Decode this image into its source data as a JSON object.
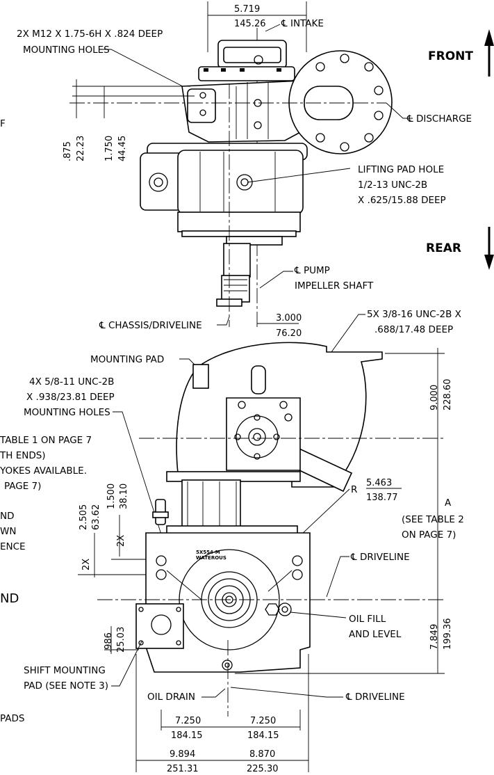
{
  "orientation": {
    "front_label": "FRONT",
    "rear_label": "REAR"
  },
  "top_view": {
    "dim_intake_width": {
      "inch": "5.719",
      "mm": "145.26"
    },
    "intake_label": "℄ INTAKE",
    "mounting_holes_line1": "2X M12 X 1.75-6H X .824 DEEP",
    "mounting_holes_line2": "MOUNTING HOLES",
    "discharge_label": "℄ DISCHARGE",
    "dim_a": {
      "inch": ".875",
      "mm": "22.23"
    },
    "dim_b": {
      "inch": "1.750",
      "mm": "44.45"
    },
    "lifting_line1": "LIFTING PAD HOLE",
    "lifting_line2": "1/2-13 UNC-2B",
    "lifting_line3": "X .625/15.88 DEEP",
    "pump_shaft_line1": "℄ PUMP",
    "pump_shaft_line2": "IMPELLER SHAFT",
    "chassis_label": "℄ CHASSIS/DRIVELINE",
    "dim_offset": {
      "inch": "3.000",
      "mm": "76.20"
    },
    "partial_left": "F"
  },
  "front_view": {
    "tapped_line1": "5X 3/8-16 UNC-2B X",
    "tapped_line2": ".688/17.48 DEEP",
    "mounting_pad_label": "MOUNTING PAD",
    "mounting_holes_line1": "4X 5/8-11 UNC-2B",
    "mounting_holes_line2": "X .938/23.81 DEEP",
    "mounting_holes_line3": "MOUNTING HOLES",
    "dim_height_top": {
      "inch": "9.000",
      "mm": "228.60"
    },
    "partial_note_line1": "TABLE 1 ON PAGE 7",
    "partial_note_line2": "TH ENDS)",
    "partial_note_line3": "YOKES AVAILABLE.",
    "partial_note_line4": "PAGE 7)",
    "radius_prefix": "R",
    "radius": {
      "inch": "5.463",
      "mm": "138.77"
    },
    "dim_a_letter": "A",
    "see_table_line1": "(SEE TABLE 2",
    "see_table_line2": "ON PAGE 7)",
    "partial_side_line1": "ND",
    "partial_side_line2": "WN",
    "partial_side_line3": "ENCE",
    "partial_side_line4": "ND",
    "dim_2505": {
      "inch": "2.505",
      "mm": "63.62"
    },
    "dim_1500": {
      "inch": "1.500",
      "mm": "38.10"
    },
    "two_x_a": "2X",
    "two_x_b": "2X",
    "nameplate_line1": "5X554-M",
    "nameplate_line2": "WATEROUS",
    "driveline_label": "℄ DRIVELINE",
    "oil_fill_line1": "OIL FILL",
    "oil_fill_line2": "AND LEVEL",
    "dim_986": {
      "inch": ".986",
      "mm": "25.03"
    },
    "dim_7849": {
      "inch": "7.849",
      "mm": "199.36"
    },
    "shift_line1": "SHIFT MOUNTING",
    "shift_line2": "PAD (SEE NOTE 3)",
    "oil_drain_label": "OIL DRAIN",
    "driveline_bottom_label": "℄ DRIVELINE",
    "partial_pads": "PADS",
    "dim_left_7250": {
      "inch": "7.250",
      "mm": "184.15"
    },
    "dim_right_7250": {
      "inch": "7.250",
      "mm": "184.15"
    },
    "dim_9894": {
      "inch": "9.894",
      "mm": "251.31"
    },
    "dim_8870": {
      "inch": "8.870",
      "mm": "225.30"
    }
  }
}
